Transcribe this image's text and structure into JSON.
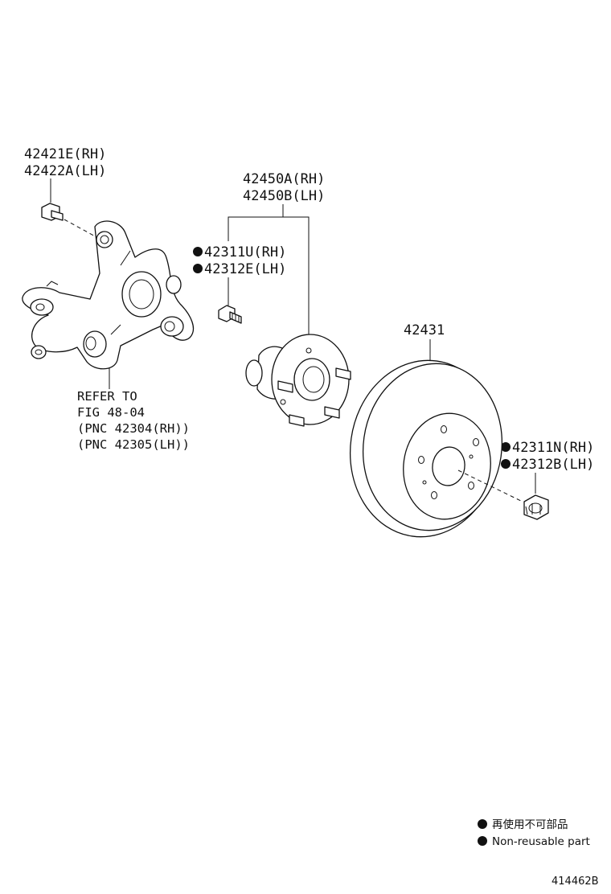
{
  "labels": {
    "bolt": [
      "42421E(RH)",
      "42422A(LH)"
    ],
    "hub": [
      "42450A(RH)",
      "42450B(LH)"
    ],
    "stud": [
      "42311U(RH)",
      "42312E(LH)"
    ],
    "disc": "42431",
    "nut": [
      "42311N(RH)",
      "42312B(LH)"
    ],
    "knuckle_ref": [
      "REFER TO",
      "FIG 48-04",
      "(PNC 42304(RH))",
      "(PNC 42305(LH))"
    ]
  },
  "legend": {
    "jp": "再使用不可部品",
    "en": "Non-reusable part"
  },
  "figure_id": "414462B",
  "colors": {
    "ink": "#111111",
    "paper": "#ffffff"
  },
  "icons": {
    "non_reusable_marker": "filled-circle"
  }
}
